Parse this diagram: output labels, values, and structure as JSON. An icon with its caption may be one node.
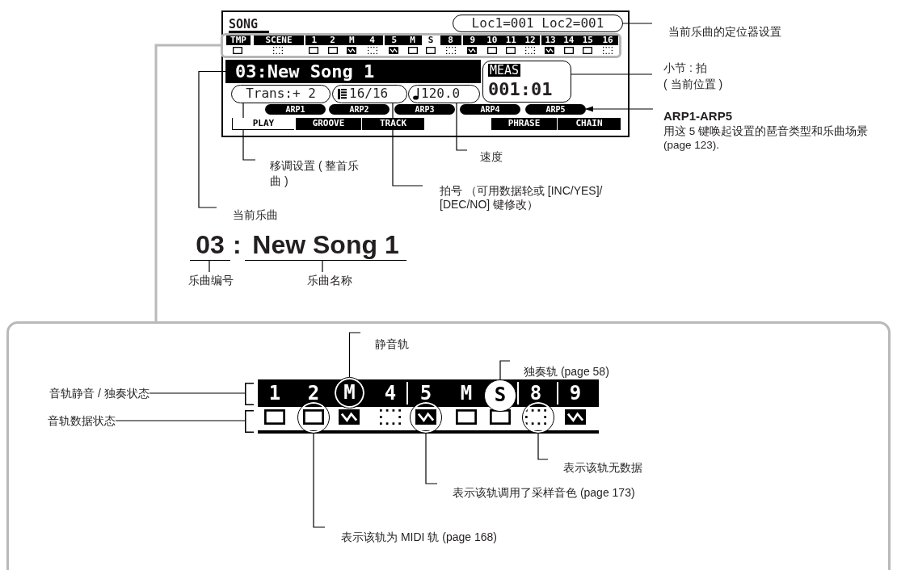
{
  "diagram": {
    "nodes": [
      {
        "text": [
          "SONG"
        ]
      },
      {
        "text": [
          "Loc1=001 Loc2=001"
        ],
        "in": 0
      },
      {
        "text": [
          "TMP",
          "SCENE",
          "1",
          "2",
          "M",
          "4",
          "5",
          "M",
          "S",
          "8",
          "9",
          "10",
          "11",
          "12",
          "13",
          "14",
          "15",
          "16"
        ],
        "in": 0
      },
      {
        "text": [
          "03:New Song 1"
        ],
        "in": 0
      },
      {
        "text": [
          "MEAS",
          "001:01"
        ],
        "in": 0
      },
      {
        "text": [
          "Trans:+ 2"
        ],
        "in": 0
      },
      {
        "text": [
          "16/16"
        ],
        "in": 0
      },
      {
        "text": [
          "120.0"
        ],
        "in": 0
      },
      {
        "text": [
          "ARP1"
        ],
        "in": 0
      },
      {
        "text": [
          "ARP2"
        ],
        "in": 0
      },
      {
        "text": [
          "ARP3"
        ],
        "in": 0
      },
      {
        "text": [
          "ARP4"
        ],
        "in": 0
      },
      {
        "text": [
          "ARP5"
        ],
        "in": 0
      },
      {
        "text": [
          "PLAY"
        ],
        "in": 0
      },
      {
        "text": [
          "GROOVE"
        ],
        "in": 0
      },
      {
        "text": [
          "TRACK"
        ],
        "in": 0
      },
      {
        "text": [
          "PHRASE"
        ],
        "in": 0
      },
      {
        "text": [
          "CHAIN"
        ],
        "in": 0
      },
      {
        "text": [
          "当前乐曲的定位器设置"
        ]
      },
      {
        "text": [
          "小节 : 拍",
          "( 当前位置 )"
        ]
      },
      {
        "text": [
          "ARP1-ARP5",
          "用这 5 键唤起设置的琶音类型和乐曲场景 (page 123)."
        ]
      },
      {
        "text": [
          "速度"
        ]
      },
      {
        "text": [
          "移调设置 ( 整首乐曲 )"
        ]
      },
      {
        "text": [
          "拍号 （可用数据轮或 [INC/YES]/ [DEC/NO] 键修改）"
        ]
      },
      {
        "text": [
          "当前乐曲"
        ]
      },
      {
        "text": [
          "03"
        ]
      },
      {
        "text": [
          "New Song 1"
        ]
      },
      {
        "text": [
          "乐曲编号"
        ]
      },
      {
        "text": [
          "乐曲名称"
        ]
      },
      {
        "text": [],
        "shape": "box"
      },
      {
        "text": [
          "音轨静音 / 独奏状态"
        ],
        "in": 29
      },
      {
        "text": [
          "音轨数据状态"
        ],
        "in": 29
      },
      {
        "text": [
          "1",
          "2",
          "4",
          "5",
          "M",
          "8",
          "9"
        ],
        "in": 29
      },
      {
        "text": [],
        "shape": "bar",
        "in": 29
      },
      {
        "text": [],
        "shape": "circle",
        "in": 29
      },
      {
        "text": [
          "M"
        ],
        "in": 32
      },
      {
        "text": [],
        "shape": "circle",
        "in": 29
      },
      {
        "text": [
          "S"
        ],
        "in": 32
      },
      {
        "text": [],
        "shape": "circle",
        "in": 29
      },
      {
        "text": [
          "静音轨"
        ],
        "in": 29
      },
      {
        "text": [
          "独奏轨 (page 58)"
        ],
        "in": 29
      },
      {
        "text": [
          "表示该轨无数据"
        ],
        "in": 29
      },
      {
        "text": [
          "表示该轨调用了采样音色 (page 173)"
        ],
        "in": 29
      },
      {
        "text": [
          "表示该轨为 MIDI 轨 (page 168)"
        ],
        "in": 29
      }
    ],
    "edges": [
      {
        "from": 18,
        "to": 1,
        "arrow": "none"
      },
      {
        "from": 19,
        "to": 4,
        "arrow": "none"
      },
      {
        "from": 20,
        "to": 12,
        "arrow": "to"
      },
      {
        "from": 21,
        "to": 7,
        "arrow": "none"
      },
      {
        "from": 22,
        "to": 5,
        "arrow": "none"
      },
      {
        "from": 23,
        "to": 6,
        "arrow": "none"
      },
      {
        "from": 24,
        "to": 3,
        "arrow": "none"
      },
      {
        "from": 27,
        "to": 25,
        "arrow": "none"
      },
      {
        "from": 28,
        "to": 26,
        "arrow": "none"
      },
      {
        "from": 2,
        "to": 29,
        "arrow": "none",
        "style": "thick",
        "color": "#b9b9b9"
      },
      {
        "from": 30,
        "to": 32,
        "arrow": "none"
      },
      {
        "from": 31,
        "to": 33,
        "arrow": "none"
      },
      {
        "from": 39,
        "to": 35,
        "arrow": "none"
      },
      {
        "from": 40,
        "to": 37,
        "arrow": "none"
      },
      {
        "from": 41,
        "to": 38,
        "arrow": "none"
      },
      {
        "from": 42,
        "to": 36,
        "arrow": "none"
      },
      {
        "from": 43,
        "to": 34,
        "arrow": "none"
      }
    ],
    "labels": [
      ":"
    ]
  }
}
